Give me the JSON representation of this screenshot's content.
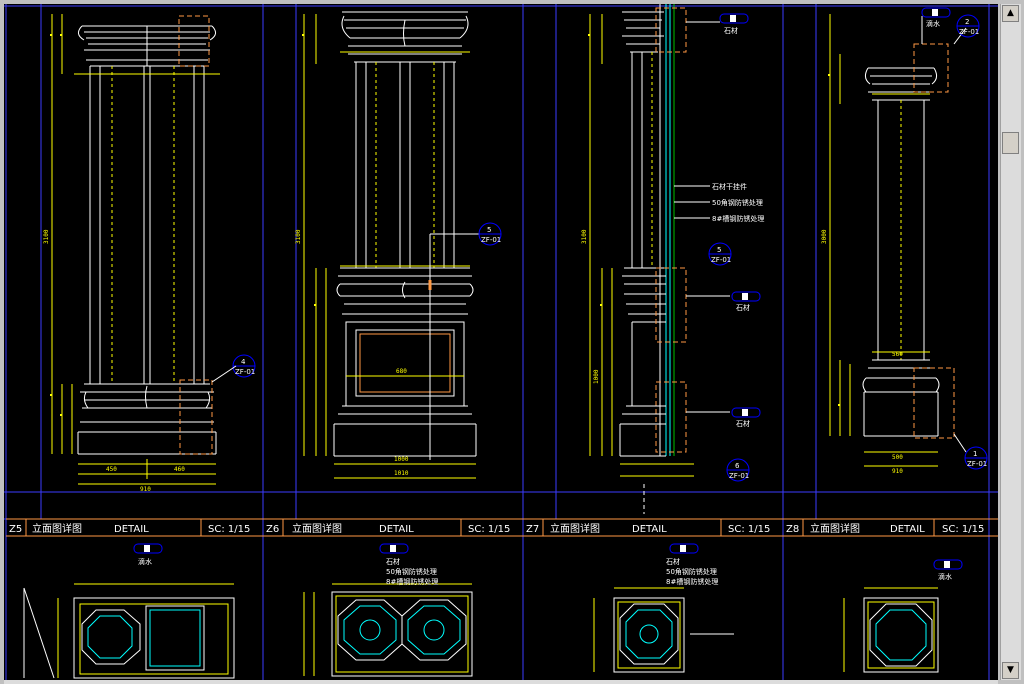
{
  "panels": [
    {
      "id": "Z5",
      "title": "立面图详图",
      "detail": "DETAIL",
      "scale": "SC: 1/15"
    },
    {
      "id": "Z6",
      "title": "立面图详图",
      "detail": "DETAIL",
      "scale": "SC: 1/15"
    },
    {
      "id": "Z7",
      "title": "立面图详图",
      "detail": "DETAIL",
      "scale": "SC: 1/15"
    },
    {
      "id": "Z8",
      "title": "立面图详图",
      "detail": "DETAIL",
      "scale": "SC: 1/15"
    }
  ],
  "callouts": {
    "z5_section": {
      "num": "4",
      "ref": "ZF-01"
    },
    "z6_section": {
      "num": "5",
      "ref": "ZF-01"
    },
    "z7_section_top": {
      "num": "5",
      "ref": "ZF-01"
    },
    "z7_section_bottom": {
      "num": "6",
      "ref": "ZF-01"
    },
    "z8_section_top": {
      "num": "2",
      "ref": "ZF-01"
    },
    "z8_section_bottom": {
      "num": "1",
      "ref": "ZF-01"
    }
  },
  "annotations": {
    "stone": "石材",
    "stone_dry_hang": "石材干挂件",
    "angle_steel": "50角钢防锈处理",
    "channel_steel": "8#槽钢防锈处理",
    "wash_water": "滴水"
  },
  "dimensions": {
    "z5_total": "3100",
    "z5_base_width": "910",
    "z5_base_sub": [
      "450",
      "460"
    ],
    "z6_total": "3100",
    "z6_panel": "680",
    "z6_base": "1010",
    "z6_base_inner": "1000",
    "z7_total": "3100",
    "z7_bottom": "1000",
    "z8_total": "3000",
    "z8_col": "560",
    "z8_base": "910",
    "z8_base_inner": "500"
  },
  "colors": {
    "line": "#ffffff",
    "dim": "#ffff00",
    "frame": "#3b3bff",
    "accent": "#ff9944",
    "detail": "#00ffff",
    "green": "#00c000",
    "label": "#ff9944"
  }
}
